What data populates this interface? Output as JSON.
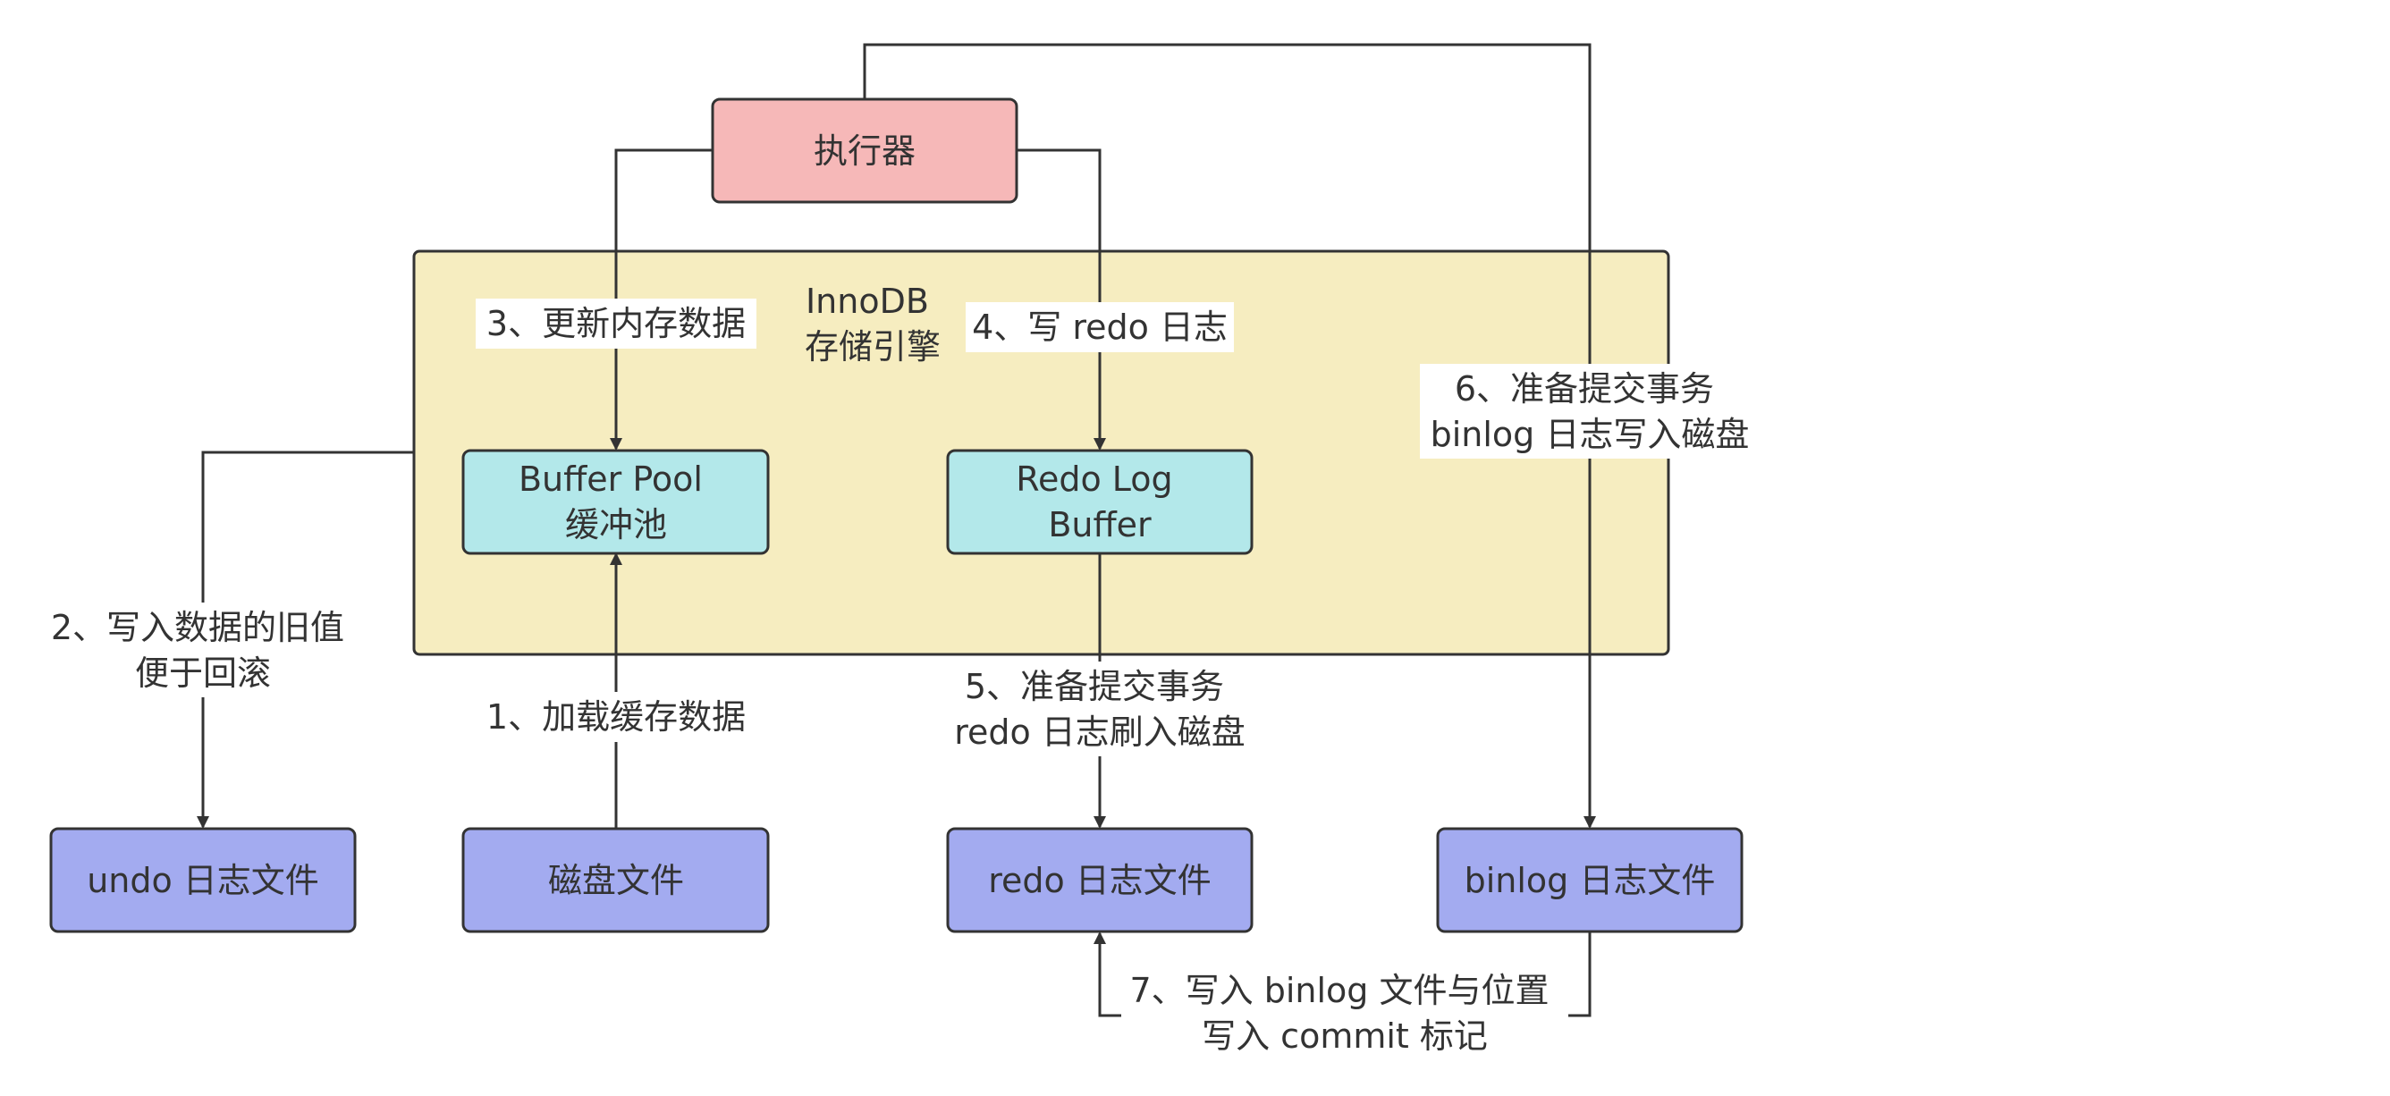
{
  "diagram": {
    "colors": {
      "executor_fill": "#f6b8b8",
      "innodb_fill": "#f6edc0",
      "buffer_fill": "#b3e8ea",
      "file_fill": "#a3abf0",
      "stroke": "#333333",
      "label_bg": "#ffffff"
    },
    "nodes": {
      "executor": {
        "lines": [
          "执行器"
        ]
      },
      "innodb": {
        "lines": [
          "InnoDB",
          "存储引擎"
        ]
      },
      "buffer_pool": {
        "lines": [
          "Buffer Pool",
          "缓冲池"
        ]
      },
      "redo_log_buffer": {
        "lines": [
          "Redo Log",
          "Buffer"
        ]
      },
      "undo_file": {
        "lines": [
          "undo 日志文件"
        ]
      },
      "disk_file": {
        "lines": [
          "磁盘文件"
        ]
      },
      "redo_file": {
        "lines": [
          "redo 日志文件"
        ]
      },
      "binlog_file": {
        "lines": [
          "binlog 日志文件"
        ]
      }
    },
    "edge_labels": {
      "step1": [
        "1、加载缓存数据"
      ],
      "step2": [
        "2、写入数据的旧值",
        "便于回滚"
      ],
      "step3": [
        "3、更新内存数据"
      ],
      "step4": [
        "4、写 redo 日志"
      ],
      "step5": [
        "5、准备提交事务",
        "redo 日志刷入磁盘"
      ],
      "step6": [
        "6、准备提交事务",
        "binlog 日志写入磁盘"
      ],
      "step7": [
        "7、写入 binlog 文件与位置",
        "写入 commit 标记"
      ]
    }
  }
}
